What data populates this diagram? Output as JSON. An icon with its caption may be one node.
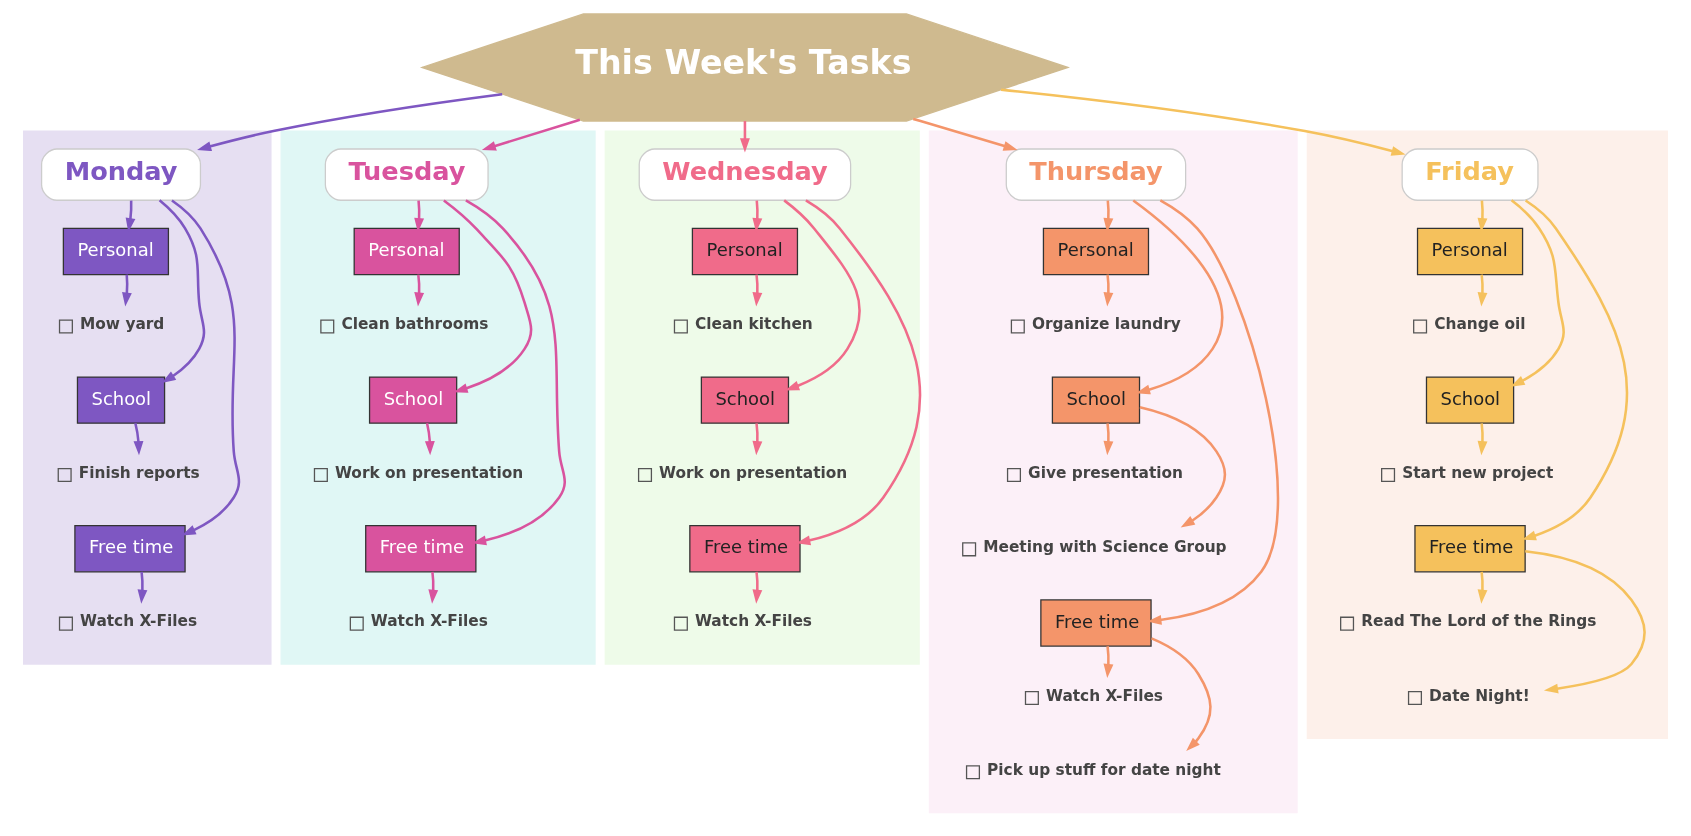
{
  "diagram": {
    "nodes": [
      {
        "text": [
          "This Week's Tasks"
        ]
      },
      {
        "text": [],
        "shape": "box"
      },
      {
        "text": [
          "Monday"
        ],
        "in": 1
      },
      {
        "text": [
          "Personal"
        ],
        "in": 1
      },
      {
        "text": [
          "Mow yard"
        ],
        "in": 1
      },
      {
        "text": [
          "School"
        ],
        "in": 1
      },
      {
        "text": [
          "Finish reports"
        ],
        "in": 1
      },
      {
        "text": [
          "Free time"
        ],
        "in": 1
      },
      {
        "text": [
          "Watch X-Files"
        ],
        "in": 1
      },
      {
        "text": [],
        "shape": "box"
      },
      {
        "text": [
          "Tuesday"
        ],
        "in": 9
      },
      {
        "text": [
          "Personal"
        ],
        "in": 9
      },
      {
        "text": [
          "Clean bathrooms"
        ],
        "in": 9
      },
      {
        "text": [
          "School"
        ],
        "in": 9
      },
      {
        "text": [
          "Work on presentation"
        ],
        "in": 9
      },
      {
        "text": [
          "Free time"
        ],
        "in": 9
      },
      {
        "text": [
          "Watch X-Files"
        ],
        "in": 9
      },
      {
        "text": [],
        "shape": "box"
      },
      {
        "text": [
          "Wednesday"
        ],
        "in": 17
      },
      {
        "text": [
          "Personal"
        ],
        "in": 17
      },
      {
        "text": [
          "Clean kitchen"
        ],
        "in": 17
      },
      {
        "text": [
          "School"
        ],
        "in": 17
      },
      {
        "text": [
          "Work on presentation"
        ],
        "in": 17
      },
      {
        "text": [
          "Free time"
        ],
        "in": 17
      },
      {
        "text": [
          "Watch X-Files"
        ],
        "in": 17
      },
      {
        "text": [],
        "shape": "box"
      },
      {
        "text": [
          "Thursday"
        ],
        "in": 25
      },
      {
        "text": [
          "Personal"
        ],
        "in": 25
      },
      {
        "text": [
          "Organize laundry"
        ],
        "in": 25
      },
      {
        "text": [
          "School"
        ],
        "in": 25
      },
      {
        "text": [
          "Give presentation"
        ],
        "in": 25
      },
      {
        "text": [
          "Meeting with Science Group"
        ],
        "in": 25
      },
      {
        "text": [
          "Free time"
        ],
        "in": 25
      },
      {
        "text": [
          "Watch X-Files"
        ],
        "in": 25
      },
      {
        "text": [
          "Pick up stuff for date night"
        ],
        "in": 25
      },
      {
        "text": [],
        "shape": "box"
      },
      {
        "text": [
          "Friday"
        ],
        "in": 35
      },
      {
        "text": [
          "Personal"
        ],
        "in": 35
      },
      {
        "text": [
          "Change oil"
        ],
        "in": 35
      },
      {
        "text": [
          "School"
        ],
        "in": 35
      },
      {
        "text": [
          "Start new project"
        ],
        "in": 35
      },
      {
        "text": [
          "Free time"
        ],
        "in": 35
      },
      {
        "text": [
          "Read The Lord of the Rings"
        ],
        "in": 35
      },
      {
        "text": [
          "Date Night!"
        ],
        "in": 35
      }
    ],
    "edges": [
      {
        "from": 0,
        "to": 2,
        "arrow": "to",
        "color": "#7e57c2"
      },
      {
        "from": 0,
        "to": 10,
        "arrow": "to",
        "color": "#d9539e"
      },
      {
        "from": 0,
        "to": 18,
        "arrow": "to",
        "color": "#f06b8a"
      },
      {
        "from": 0,
        "to": 26,
        "arrow": "to",
        "color": "#f4956a"
      },
      {
        "from": 0,
        "to": 36,
        "arrow": "to",
        "color": "#f5c15c"
      },
      {
        "from": 2,
        "to": 3,
        "arrow": "to",
        "color": "#7e57c2"
      },
      {
        "from": 3,
        "to": 4,
        "arrow": "to",
        "color": "#7e57c2"
      },
      {
        "from": 2,
        "to": 5,
        "arrow": "to",
        "color": "#7e57c2"
      },
      {
        "from": 5,
        "to": 6,
        "arrow": "to",
        "color": "#7e57c2"
      },
      {
        "from": 2,
        "to": 7,
        "arrow": "to",
        "color": "#7e57c2"
      },
      {
        "from": 7,
        "to": 8,
        "arrow": "to",
        "color": "#7e57c2"
      },
      {
        "from": 10,
        "to": 11,
        "arrow": "to",
        "color": "#d9539e"
      },
      {
        "from": 11,
        "to": 12,
        "arrow": "to",
        "color": "#d9539e"
      },
      {
        "from": 10,
        "to": 13,
        "arrow": "to",
        "color": "#d9539e"
      },
      {
        "from": 13,
        "to": 14,
        "arrow": "to",
        "color": "#d9539e"
      },
      {
        "from": 10,
        "to": 15,
        "arrow": "to",
        "color": "#d9539e"
      },
      {
        "from": 15,
        "to": 16,
        "arrow": "to",
        "color": "#d9539e"
      },
      {
        "from": 18,
        "to": 19,
        "arrow": "to",
        "color": "#f06b8a"
      },
      {
        "from": 19,
        "to": 20,
        "arrow": "to",
        "color": "#f06b8a"
      },
      {
        "from": 18,
        "to": 21,
        "arrow": "to",
        "color": "#f06b8a"
      },
      {
        "from": 21,
        "to": 22,
        "arrow": "to",
        "color": "#f06b8a"
      },
      {
        "from": 18,
        "to": 23,
        "arrow": "to",
        "color": "#f06b8a"
      },
      {
        "from": 23,
        "to": 24,
        "arrow": "to",
        "color": "#f06b8a"
      },
      {
        "from": 26,
        "to": 27,
        "arrow": "to",
        "color": "#f4956a"
      },
      {
        "from": 27,
        "to": 28,
        "arrow": "to",
        "color": "#f4956a"
      },
      {
        "from": 26,
        "to": 29,
        "arrow": "to",
        "color": "#f4956a"
      },
      {
        "from": 29,
        "to": 30,
        "arrow": "to",
        "color": "#f4956a"
      },
      {
        "from": 29,
        "to": 31,
        "arrow": "to",
        "color": "#f4956a"
      },
      {
        "from": 26,
        "to": 32,
        "arrow": "to",
        "color": "#f4956a"
      },
      {
        "from": 32,
        "to": 33,
        "arrow": "to",
        "color": "#f4956a"
      },
      {
        "from": 32,
        "to": 34,
        "arrow": "to",
        "color": "#f4956a"
      },
      {
        "from": 36,
        "to": 37,
        "arrow": "to",
        "color": "#f5c15c"
      },
      {
        "from": 37,
        "to": 38,
        "arrow": "to",
        "color": "#f5c15c"
      },
      {
        "from": 36,
        "to": 39,
        "arrow": "to",
        "color": "#f5c15c"
      },
      {
        "from": 39,
        "to": 40,
        "arrow": "to",
        "color": "#f5c15c"
      },
      {
        "from": 36,
        "to": 41,
        "arrow": "to",
        "color": "#f5c15c"
      },
      {
        "from": 41,
        "to": 42,
        "arrow": "to",
        "color": "#f5c15c"
      },
      {
        "from": 41,
        "to": 43,
        "arrow": "to",
        "color": "#f5c15c"
      }
    ]
  }
}
